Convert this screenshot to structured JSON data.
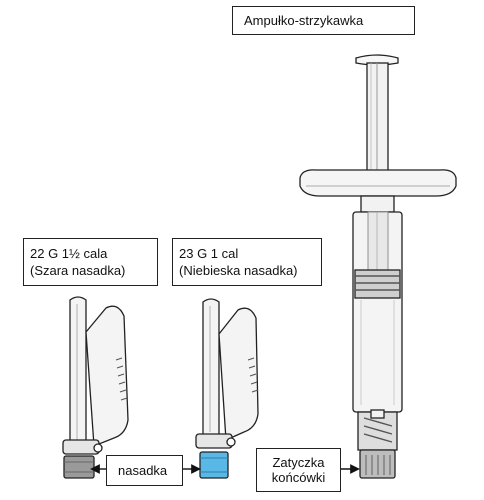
{
  "labels": {
    "syringe": "Ampułko-strzykawka",
    "needle_gray": {
      "gauge": "22 G 1½ cala",
      "cap": "(Szara nasadka)"
    },
    "needle_blue": {
      "gauge": "23 G 1 cal",
      "cap": "(Niebieska nasadka)"
    },
    "cap": "nasadka",
    "tip_cap": [
      "Zatyczka",
      "końcówki"
    ]
  },
  "colors": {
    "outline": "#222222",
    "gray_cap": "#9a9a9a",
    "blue_cap": "#5ab8e6",
    "barrel": "#f2f2f2",
    "shade": "#d9d9d9"
  }
}
